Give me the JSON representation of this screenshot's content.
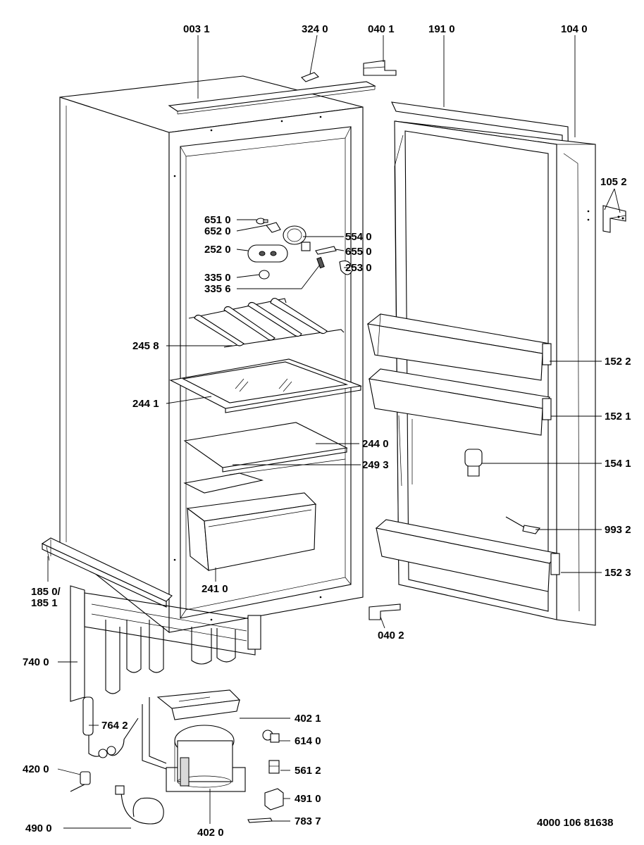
{
  "drawing": {
    "document_number": "4000 106 81638"
  },
  "parts": [
    {
      "id": "p0031",
      "label": "003 1"
    },
    {
      "id": "p3240",
      "label": "324 0"
    },
    {
      "id": "p0401",
      "label": "040 1"
    },
    {
      "id": "p1910",
      "label": "191 0"
    },
    {
      "id": "p1040",
      "label": "104 0"
    },
    {
      "id": "p1052",
      "label": "105 2"
    },
    {
      "id": "p6510",
      "label": "651 0"
    },
    {
      "id": "p6520",
      "label": "652 0"
    },
    {
      "id": "p5540",
      "label": "554 0"
    },
    {
      "id": "p2520",
      "label": "252 0"
    },
    {
      "id": "p6550",
      "label": "655 0"
    },
    {
      "id": "p2530",
      "label": "253 0"
    },
    {
      "id": "p3350",
      "label": "335 0"
    },
    {
      "id": "p3356",
      "label": "335 6"
    },
    {
      "id": "p2458",
      "label": "245 8"
    },
    {
      "id": "p1522",
      "label": "152 2"
    },
    {
      "id": "p2441",
      "label": "244 1"
    },
    {
      "id": "p1521",
      "label": "152 1"
    },
    {
      "id": "p2440",
      "label": "244 0"
    },
    {
      "id": "p1541",
      "label": "154 1"
    },
    {
      "id": "p2493",
      "label": "249 3"
    },
    {
      "id": "p9932",
      "label": "993 2"
    },
    {
      "id": "p1850",
      "label": "185 0/"
    },
    {
      "id": "p1851",
      "label": "185 1"
    },
    {
      "id": "p2410",
      "label": "241 0"
    },
    {
      "id": "p1523",
      "label": "152 3"
    },
    {
      "id": "p0402",
      "label": "040 2"
    },
    {
      "id": "p7400",
      "label": "740 0"
    },
    {
      "id": "p4021",
      "label": "402 1"
    },
    {
      "id": "p7642",
      "label": "764 2"
    },
    {
      "id": "p6140",
      "label": "614 0"
    },
    {
      "id": "p4200",
      "label": "420 0"
    },
    {
      "id": "p5612",
      "label": "561 2"
    },
    {
      "id": "p4910",
      "label": "491 0"
    },
    {
      "id": "p4900",
      "label": "490 0"
    },
    {
      "id": "p7837",
      "label": "783 7"
    },
    {
      "id": "p4020",
      "label": "402 0"
    }
  ]
}
